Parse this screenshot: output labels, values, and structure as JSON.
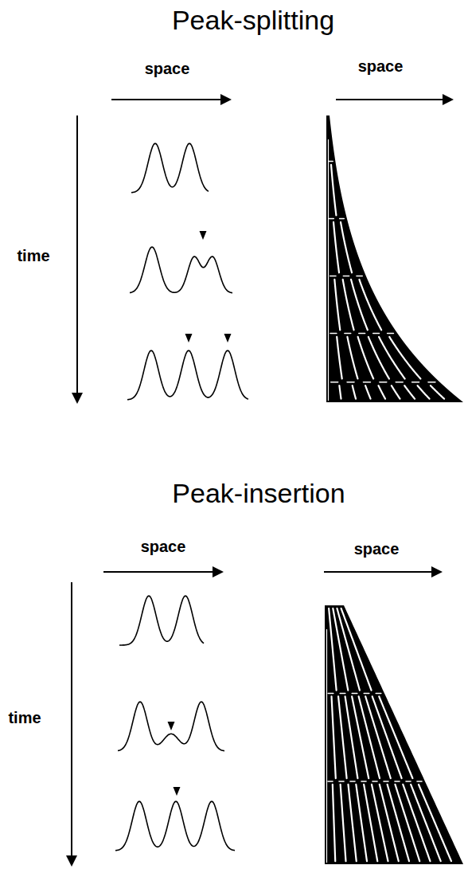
{
  "diagram": {
    "labels": [
      "Peak-splitting",
      "space",
      "space",
      "time",
      "Peak-insertion",
      "space",
      "space",
      "time"
    ]
  }
}
